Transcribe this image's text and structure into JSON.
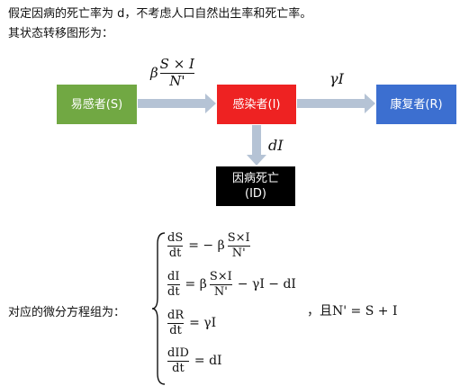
{
  "intro_line1": "假定因病的死亡率为 d，不考虑人口自然出生率和死亡率。",
  "intro_line2": "其状态转移图形为：",
  "nodes": {
    "susceptible": "易感者(S)",
    "infected": "感染者(I)",
    "recovered": "康复者(R)",
    "dead_line1": "因病死亡",
    "dead_line2": "(ID)"
  },
  "arrow_labels": {
    "s_to_i_coef": "β",
    "s_to_i_num": "S × I",
    "s_to_i_den": "N'",
    "i_to_r": "γI",
    "i_to_d": "dI"
  },
  "colors": {
    "susceptible": "#71a843",
    "infected": "#ee2222",
    "recovered": "#3c6fd0",
    "dead": "#000000",
    "arrow": "#b5c3d5"
  },
  "equations_label": "对应的微分方程组为：",
  "equations": {
    "eq1": {
      "lhs_num": "dS",
      "lhs_den": "dt",
      "eq": "= − β",
      "rhs_num": "S×I",
      "rhs_den": "N'",
      "tail": ""
    },
    "eq2": {
      "lhs_num": "dI",
      "lhs_den": "dt",
      "eq": "= β",
      "rhs_num": "S×I",
      "rhs_den": "N'",
      "tail": "− γI − dI"
    },
    "eq3": {
      "lhs_num": "dR",
      "lhs_den": "dt",
      "eq": "= γI"
    },
    "eq4": {
      "lhs_num": "dID",
      "lhs_den": "dt",
      "eq": "= dI"
    }
  },
  "condition": "，且N' = S + I"
}
